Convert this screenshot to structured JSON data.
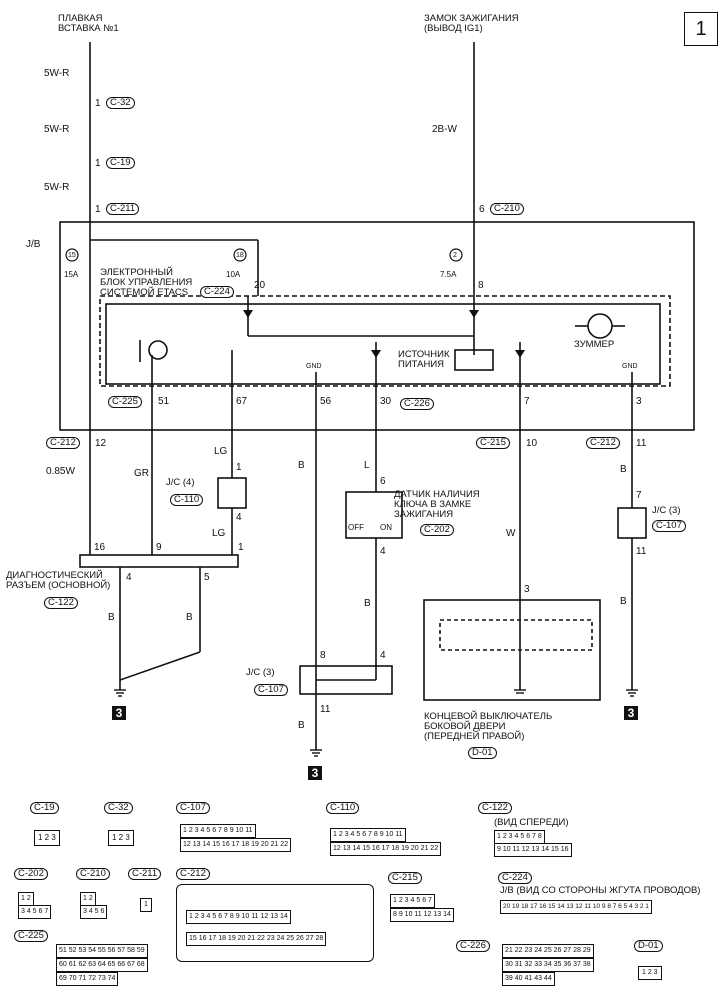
{
  "page_number": "1",
  "titles": {
    "fuse_link": "ПЛАВКАЯ\nВСТАВКА №1",
    "ignition": "ЗАМОК ЗАЖИГАНИЯ\n(ВЫВОД IG1)"
  },
  "left_feed": {
    "wires": [
      "5W-R",
      "5W-R",
      "5W-R"
    ],
    "pins": [
      "1",
      "1",
      "1"
    ],
    "connectors": [
      "C-32",
      "C-19",
      "C-211"
    ]
  },
  "right_feed": {
    "wire": "2B-W",
    "pin": "6",
    "connector": "C-210"
  },
  "jb": {
    "label": "J/B",
    "fuses": [
      {
        "num": "15",
        "amp": "15A"
      },
      {
        "num": "18",
        "amp": "10A"
      },
      {
        "num": "2",
        "amp": "7.5A"
      }
    ],
    "pin20": "20",
    "pin8": "8",
    "conn_c224": "C-224",
    "etacs": "ЭЛЕКТРОННЫЙ\nБЛОК УПРАВЛЕНИЯ\nСИСТЕМОЙ ETACS",
    "power_source": "ИСТОЧНИК\nПИТАНИЯ",
    "buzzer": "ЗУММЕР",
    "gnd1": "GND",
    "gnd2": "GND",
    "bottom_pins": [
      "51",
      "67",
      "56",
      "30",
      "7",
      "3"
    ],
    "conn_c225": "C-225",
    "conn_c226": "C-226"
  },
  "lower": {
    "c212_left": "C-212",
    "pin12": "12",
    "w085": "0.85W",
    "gr": "GR",
    "lg1": "LG",
    "lg2": "LG",
    "jc4": "J/C (4)",
    "c110": "C-110",
    "jc4_pin_top": "1",
    "jc4_pin_bot": "4",
    "b56": "B",
    "l30": "L",
    "key_pin_top": "6",
    "key_pin_bot": "4",
    "key_sensor": "ДАТЧИК НАЛИЧИЯ\nКЛЮЧА В ЗАМКЕ\nЗАЖИГАНИЯ",
    "c202": "C-202",
    "key_off": "OFF",
    "key_on": "ON",
    "c215": "C-215",
    "pin10": "10",
    "w7": "W",
    "c212_right": "C-212",
    "pin11": "11",
    "b3": "B",
    "jc3r": "J/C (3)",
    "c107r": "C-107",
    "jc3r_top": "7",
    "jc3r_bot": "11",
    "b_after": "B",
    "diag_pins": [
      "16",
      "9",
      "1"
    ],
    "diag_pin4": "4",
    "diag_pin5": "5",
    "diag_name": "ДИАГНОСТИЧЕСКИЙ\nРАЗЪЕМ (ОСНОВНОЙ)",
    "c122": "C-122",
    "b_diag1": "B",
    "b_diag2": "B",
    "b_key": "B",
    "jc3c": "J/C (3)",
    "c107c": "C-107",
    "jc3c_p8": "8",
    "jc3c_p4": "4",
    "jc3c_p11": "11",
    "b_jc3c": "B",
    "door_pin": "3",
    "door_switch": "КОНЦЕВОЙ ВЫКЛЮЧАТЕЛЬ\nБОКОВОЙ ДВЕРИ\n(ПЕРЕДНЕЙ ПРАВОЙ)",
    "d01": "D-01",
    "ground_mark": "3"
  },
  "connector_views": {
    "c19": {
      "name": "C-19",
      "pins": "1 2 3"
    },
    "c32": {
      "name": "C-32",
      "pins": "1 2 3"
    },
    "c107": {
      "name": "C-107",
      "row1": "1 2 3 4 5 6 7 8 9 10 11",
      "row2": "12 13 14 15 16 17 18 19 20 21 22"
    },
    "c110": {
      "name": "C-110",
      "row1": "1 2 3 4 5 6 7 8 9 10 11",
      "row2": "12 13 14 15 16 17 18 19 20 21 22"
    },
    "c122": {
      "name": "C-122",
      "caption": "(ВИД СПЕРЕДИ)",
      "row1": "1 2 3 4 5 6 7 8",
      "row2": "9 10 11 12 13 14 15 16"
    },
    "c202": {
      "name": "C-202",
      "row1": "1 2",
      "row2": "3 4 5 6 7"
    },
    "c210": {
      "name": "C-210",
      "row1": "1 2",
      "row2": "3 4 5 6"
    },
    "c211": {
      "name": "C-211",
      "pins": "1"
    },
    "c212": {
      "name": "C-212",
      "row1": "1 2 3 4 5 6 7 8 9 10 11 12 13 14",
      "row2": "15 16 17 18 19 20 21 22 23 24 25 26 27 28"
    },
    "c215": {
      "name": "C-215",
      "row1": "1 2 3 4 5 6 7",
      "row2": "8 9 10 11 12 13 14"
    },
    "c224": {
      "name": "C-224",
      "caption": "J/B (ВИД СО СТОРОНЫ ЖГУТА ПРОВОДОВ)",
      "row": "20 19 18 17 16 15 14 13 12 11 10 9 8 7 6 5 4 3 2 1"
    },
    "c225": {
      "name": "C-225",
      "row1": "51 52 53 54 55 56 57 58 59",
      "row2": "60 61 62 63 64 65 66 67 68",
      "row3": "69 70 71 72 73 74"
    },
    "c226": {
      "name": "C-226",
      "row1": "21 22 23 24 25 26 27 28 29",
      "row2": "30 31 32 33 34 35 36 37 38",
      "row3": "39 40 41 43 44"
    },
    "d01": {
      "name": "D-01",
      "pins": "1 2 3"
    }
  }
}
